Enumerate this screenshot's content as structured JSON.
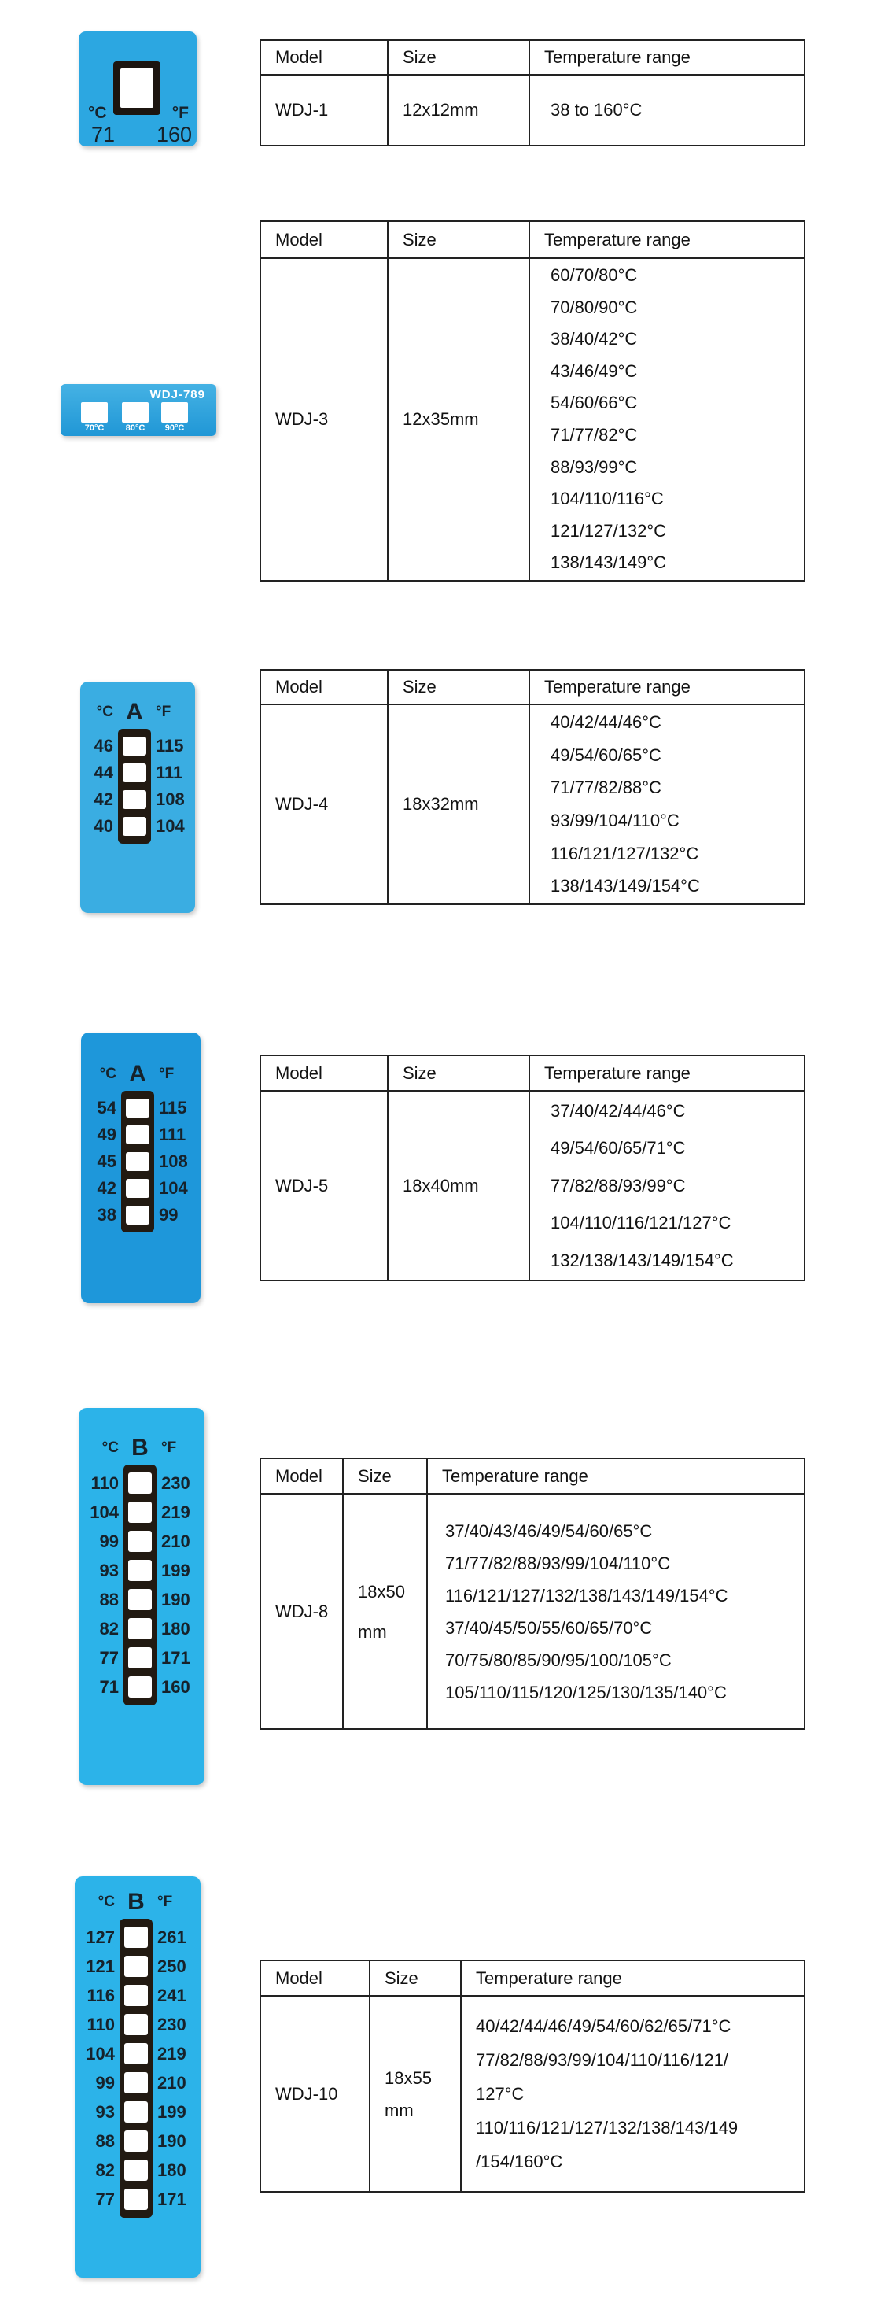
{
  "palette": {
    "label_blue": "#2CA7E1",
    "label_blue_gradient_top": "#45B2E4",
    "label_blue_gradient_bottom": "#2097D6",
    "label_blue_light": "#3AADE2",
    "label_blue_deep": "#1E97DA",
    "label_cyan": "#2CB3E9",
    "strip_dark": "#221A12",
    "window_white": "#FFFFFF",
    "table_border": "#222222",
    "label_text_dark": "#16222B",
    "label_text_white": "#FFFFFF"
  },
  "sections": [
    {
      "id": "wdj1",
      "label": {
        "c_unit": "°C",
        "f_unit": "°F",
        "c_value": "71",
        "f_value": "160",
        "color": "#2CA7E1"
      },
      "table": {
        "headers": [
          "Model",
          "Size",
          "Temperature range"
        ],
        "model": "WDJ-1",
        "size_lines": [
          "12x12mm"
        ],
        "ranges": [
          "38 to 160°C"
        ]
      }
    },
    {
      "id": "wdj3",
      "label": {
        "title": "WDJ-789",
        "windows": [
          "70°C",
          "80°C",
          "90°C"
        ],
        "color": "#2BA3DC"
      },
      "table": {
        "headers": [
          "Model",
          "Size",
          "Temperature range"
        ],
        "model": "WDJ-3",
        "size_lines": [
          "12x35mm"
        ],
        "ranges": [
          "60/70/80°C",
          "70/80/90°C",
          "38/40/42°C",
          "43/46/49°C",
          "54/60/66°C",
          "71/77/82°C",
          "88/93/99°C",
          "104/110/116°C",
          "121/127/132°C",
          "138/143/149°C"
        ]
      }
    },
    {
      "id": "wdj4",
      "label": {
        "c_unit": "°C",
        "letter": "A",
        "f_unit": "°F",
        "color": "#3AADE2",
        "rows": [
          {
            "c": "46",
            "f": "115"
          },
          {
            "c": "44",
            "f": "111"
          },
          {
            "c": "42",
            "f": "108"
          },
          {
            "c": "40",
            "f": "104"
          }
        ]
      },
      "table": {
        "headers": [
          "Model",
          "Size",
          "Temperature range"
        ],
        "model": "WDJ-4",
        "size_lines": [
          "18x32mm"
        ],
        "ranges": [
          "40/42/44/46°C",
          "49/54/60/65°C",
          "71/77/82/88°C",
          "93/99/104/110°C",
          "116/121/127/132°C",
          "138/143/149/154°C"
        ]
      }
    },
    {
      "id": "wdj5",
      "label": {
        "c_unit": "°C",
        "letter": "A",
        "f_unit": "°F",
        "color": "#1E97DA",
        "rows": [
          {
            "c": "54",
            "f": "115"
          },
          {
            "c": "49",
            "f": "111"
          },
          {
            "c": "45",
            "f": "108"
          },
          {
            "c": "42",
            "f": "104"
          },
          {
            "c": "38",
            "f": "99"
          }
        ]
      },
      "table": {
        "headers": [
          "Model",
          "Size",
          "Temperature range"
        ],
        "model": "WDJ-5",
        "size_lines": [
          "18x40mm"
        ],
        "ranges": [
          "37/40/42/44/46°C",
          "49/54/60/65/71°C",
          "77/82/88/93/99°C",
          "104/110/116/121/127°C",
          "132/138/143/149/154°C"
        ]
      }
    },
    {
      "id": "wdj8",
      "label": {
        "c_unit": "°C",
        "letter": "B",
        "f_unit": "°F",
        "color": "#2CB3E9",
        "rows": [
          {
            "c": "110",
            "f": "230"
          },
          {
            "c": "104",
            "f": "219"
          },
          {
            "c": "99",
            "f": "210"
          },
          {
            "c": "93",
            "f": "199"
          },
          {
            "c": "88",
            "f": "190"
          },
          {
            "c": "82",
            "f": "180"
          },
          {
            "c": "77",
            "f": "171"
          },
          {
            "c": "71",
            "f": "160"
          }
        ]
      },
      "table": {
        "headers": [
          "Model",
          "Size",
          "Temperature range"
        ],
        "model": "WDJ-8",
        "size_lines": [
          "18x50",
          "mm"
        ],
        "ranges": [
          "37/40/43/46/49/54/60/65°C",
          "71/77/82/88/93/99/104/110°C",
          "116/121/127/132/138/143/149/154°C",
          "37/40/45/50/55/60/65/70°C",
          "70/75/80/85/90/95/100/105°C",
          "105/110/115/120/125/130/135/140°C"
        ]
      }
    },
    {
      "id": "wdj10",
      "label": {
        "c_unit": "°C",
        "letter": "B",
        "f_unit": "°F",
        "color": "#2CB3E9",
        "rows": [
          {
            "c": "127",
            "f": "261"
          },
          {
            "c": "121",
            "f": "250"
          },
          {
            "c": "116",
            "f": "241"
          },
          {
            "c": "110",
            "f": "230"
          },
          {
            "c": "104",
            "f": "219"
          },
          {
            "c": "99",
            "f": "210"
          },
          {
            "c": "93",
            "f": "199"
          },
          {
            "c": "88",
            "f": "190"
          },
          {
            "c": "82",
            "f": "180"
          },
          {
            "c": "77",
            "f": "171"
          }
        ]
      },
      "table": {
        "headers": [
          "Model",
          "Size",
          "Temperature range"
        ],
        "model": "WDJ-10",
        "size_lines": [
          "18x55",
          "mm"
        ],
        "ranges": [
          "40/42/44/46/49/54/60/62/65/71°C",
          "77/82/88/93/99/104/110/116/121/",
          "127°C",
          "110/116/121/127/132/138/143/149",
          "/154/160°C"
        ]
      }
    }
  ]
}
